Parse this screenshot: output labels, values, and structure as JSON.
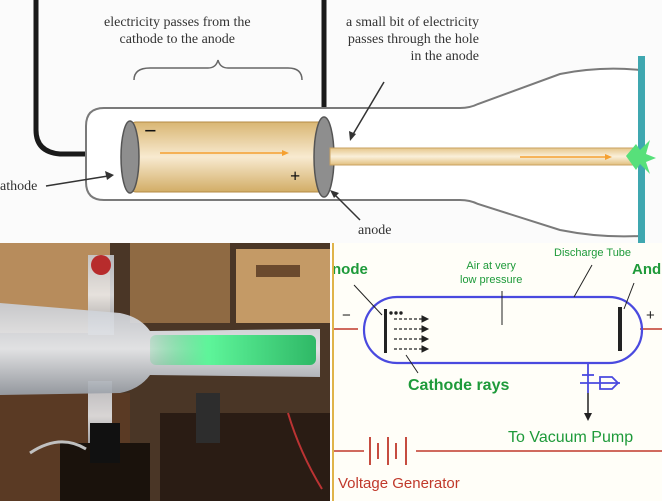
{
  "top_diagram": {
    "label_flow": "electricity passes from the\ncathode to the anode",
    "label_hole": "a small bit of electricity\npasses through the hole\nin the anode",
    "label_cathode": "athode",
    "label_anode": "anode",
    "sign_minus": "−",
    "sign_plus": "+"
  },
  "right_diagram": {
    "label_cathode_partial": "node",
    "label_tube": "Discharge Tube",
    "label_anode_partial": "And",
    "label_air": "Air at very\nlow pressure",
    "label_rays": "Cathode rays",
    "label_pump": "To Vacuum Pump",
    "label_voltage": "Voltage Generator",
    "sign_minus": "−",
    "sign_plus": "+"
  },
  "colors": {
    "tube_outline": "#4a4adf",
    "label_green": "#1e9a3a",
    "wire_red": "#c0392b",
    "beam_gold": "#f3d9a0",
    "screen_teal": "#3fa7b0",
    "glow_green": "#57e07a"
  }
}
